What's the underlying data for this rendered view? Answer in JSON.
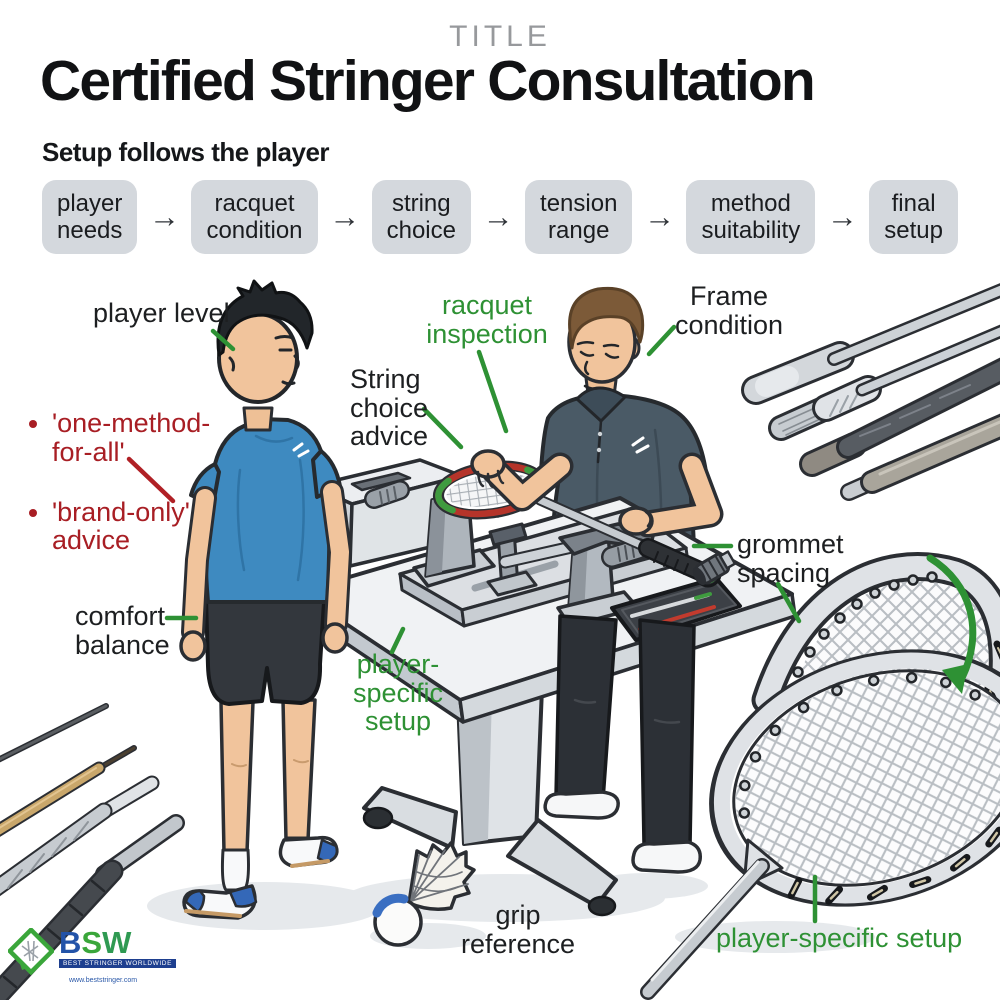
{
  "header": {
    "kicker": "TITLE",
    "title": "Certified Stringer Consultation",
    "subtitle": "Setup follows the player"
  },
  "flow": {
    "arrow": "→",
    "steps": [
      "player\nneeds",
      "racquet\ncondition",
      "string\nchoice",
      "tension\nrange",
      "method\nsuitability",
      "final\nsetup"
    ]
  },
  "labels": {
    "player_level": "player level",
    "avoid": {
      "items": [
        "'one-method-for-all'",
        "'brand-only' advice"
      ]
    },
    "string_choice": "String\nchoice\nadvice",
    "racquet_inspection": "racquet\ninspection",
    "frame_condition": "Frame\ncondition",
    "grommet_spacing": "grommet\nspacing",
    "comfort_balance": "comfort\nbalance",
    "player_specific_left": "player-\nspecific\nsetup",
    "grip_reference": "grip\nreference",
    "player_specific_right": "player-specific setup"
  },
  "logo": {
    "letters": [
      "B",
      "S",
      "W"
    ],
    "tagline": "BEST STRINGER WORLDWIDE",
    "url": "www.beststringer.com"
  },
  "colors": {
    "accent_green": "#2e9134",
    "accent_red": "#a81e24",
    "step_bg": "#d4d8dd",
    "ink": "#1d1f21"
  }
}
